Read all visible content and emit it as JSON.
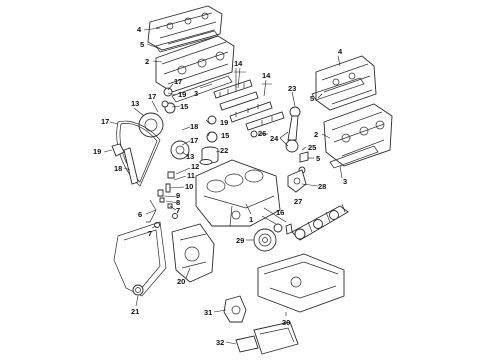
{
  "diagram": {
    "callouts": [
      "1",
      "2",
      "2",
      "3",
      "3",
      "4",
      "4",
      "5",
      "5",
      "6",
      "7",
      "8",
      "9",
      "10",
      "11",
      "12",
      "13",
      "14",
      "14",
      "15",
      "15",
      "16",
      "17",
      "17",
      "18",
      "18",
      "19",
      "19",
      "19",
      "20",
      "21",
      "22",
      "23",
      "24",
      "25",
      "26",
      "27",
      "28",
      "29",
      "30",
      "31",
      "32"
    ]
  }
}
